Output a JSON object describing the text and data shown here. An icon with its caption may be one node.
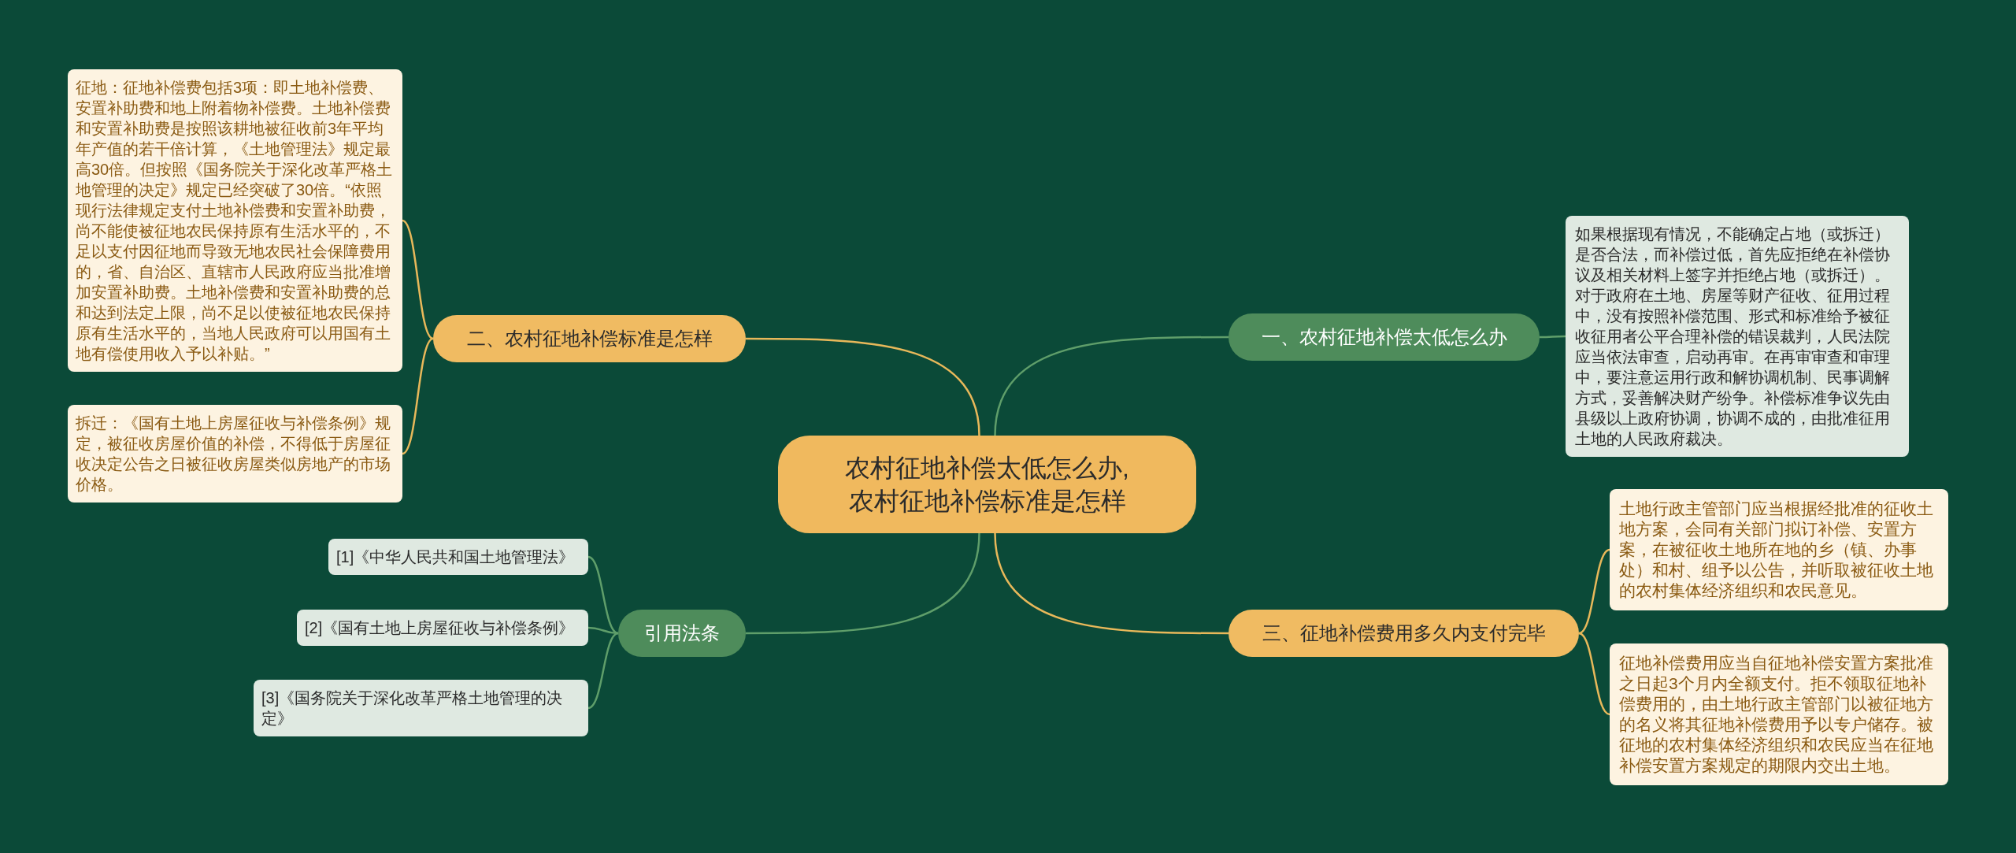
{
  "diagram": {
    "nodes": [
      {
        "text": [
          "农村征地补偿太低怎么办,农村征地补偿标准是怎样"
        ]
      },
      {
        "text": [
          "一、农村征地补偿太低怎么办"
        ]
      },
      {
        "text": [
          "如果根据现有情况，不能确定占地（或拆迁）是否合法，而补偿过低，首先应拒绝在补偿协议及相关材料上签字并拒绝占地（或拆迁）。对于政府在土地、房屋等财产征收、征用过程中，没有按照补偿范围、形式和标准给予被征收征用者公平合理补偿的错误裁判，人民法院应当依法审查，启动再审。在再审审查和审理中，要注意运用行政和解协调机制、民事调解方式，妥善解决财产纷争。补偿标准争议先由县级以上政府协调，协调不成的，由批准征用土地的人民政府裁决。"
        ]
      },
      {
        "text": [
          "二、农村征地补偿标准是怎样"
        ]
      },
      {
        "text": [
          "征地：征地补偿费包括3项：即土地补偿费、安置补助费和地上附着物补偿费。土地补偿费和安置补助费是按照该耕地被征收前3年平均年产值的若干倍计算，《土地管理法》规定最高30倍。但按照《国务院关于深化改革严格土地管理的决定》规定已经突破了30倍。“依照现行法律规定支付土地补偿费和安置补助费，尚不能使被征地农民保持原有生活水平的，不足以支付因征地而导致无地农民社会保障费用的，省、自治区、直辖市人民政府应当批准增加安置补助费。土地补偿费和安置补助费的总和达到法定上限，尚不足以使被征地农民保持原有生活水平的，当地人民政府可以用国有土地有偿使用收入予以补贴。”"
        ]
      },
      {
        "text": [
          "拆迁：《国有土地上房屋征收与补偿条例》规定，被征收房屋价值的补偿，不得低于房屋征收决定公告之日被征收房屋类似房地产的市场价格。"
        ]
      },
      {
        "text": [
          "三、征地补偿费用多久内支付完毕"
        ]
      },
      {
        "text": [
          "土地行政主管部门应当根据经批准的征收土地方案，会同有关部门拟订补偿、安置方案，在被征收土地所在地的乡（镇、办事处）和村、组予以公告，并听取被征收土地的农村集体经济组织和农民意见。"
        ]
      },
      {
        "text": [
          "征地补偿费用应当自征地补偿安置方案批准之日起3个月内全额支付。拒不领取征地补偿费用的，由土地行政主管部门以被征地方的名义将其征地补偿费用予以专户储存。被征地的农村集体经济组织和农民应当在征地补偿安置方案规定的期限内交出土地。"
        ]
      },
      {
        "text": [
          "引用法条"
        ]
      },
      {
        "text": [
          "[1]《中华人民共和国土地管理法》"
        ]
      },
      {
        "text": [
          "[2]《国有土地上房屋征收与补偿条例》"
        ]
      },
      {
        "text": [
          "[3]《国务院关于深化改革严格土地管理的决定》"
        ]
      }
    ],
    "edges": [
      {
        "from": 0,
        "to": 1,
        "arrow": "none",
        "color": "#5f9e6a"
      },
      {
        "from": 1,
        "to": 2,
        "arrow": "none",
        "color": "#5f9e6a"
      },
      {
        "from": 0,
        "to": 3,
        "arrow": "none",
        "color": "#e8b85a"
      },
      {
        "from": 3,
        "to": 4,
        "arrow": "none",
        "color": "#e8b85a"
      },
      {
        "from": 3,
        "to": 5,
        "arrow": "none",
        "color": "#e8b85a"
      },
      {
        "from": 0,
        "to": 6,
        "arrow": "none",
        "color": "#e8b85a"
      },
      {
        "from": 6,
        "to": 7,
        "arrow": "none",
        "color": "#e8b85a"
      },
      {
        "from": 6,
        "to": 8,
        "arrow": "none",
        "color": "#e8b85a"
      },
      {
        "from": 0,
        "to": 9,
        "arrow": "none",
        "color": "#5f9e6a"
      },
      {
        "from": 9,
        "to": 10,
        "arrow": "none",
        "color": "#5f9e6a"
      },
      {
        "from": 9,
        "to": 11,
        "arrow": "none",
        "color": "#5f9e6a"
      },
      {
        "from": 9,
        "to": 12,
        "arrow": "none",
        "color": "#5f9e6a"
      }
    ]
  }
}
